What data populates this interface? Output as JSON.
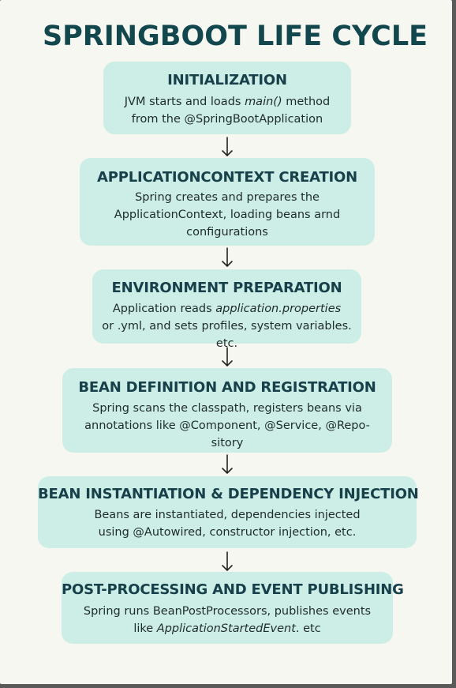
{
  "diagram": {
    "title": "SPRINGBOOT LIFE CYCLE",
    "steps": [
      {
        "title": "INITIALIZATION",
        "desc": [
          "JVM starts and loads main() method",
          "from the @SpringBootApplication"
        ]
      },
      {
        "title": "APPLICATIONCONTEXT CREATION",
        "desc": [
          "Spring creates and prepares the",
          "ApplicationContext, loading beans arnd",
          "configurations"
        ]
      },
      {
        "title": "ENVIRONMENT PREPARATION",
        "desc": [
          "Application reads application.properties",
          "or .yml, and sets profiles, system variables.",
          "etc."
        ]
      },
      {
        "title": "BEAN DEFINITION AND REGISTRATION",
        "desc": [
          "Spring scans the classpath, registers beans via",
          "annotations like @Component, @Service, @Repo-",
          "sitory"
        ]
      },
      {
        "title": "BEAN INSTANTIATION & DEPENDENCY INJECTION",
        "desc": [
          "Beans are instantiated, dependencies injected",
          "using @Autowired, constructor injection, etc."
        ]
      },
      {
        "title": "POST-PROCESSING AND EVENT PUBLISHING",
        "desc": [
          "Spring runs BeanPostProcessors, publishes events",
          "like ApplicationStartedEvent. etc"
        ]
      }
    ]
  },
  "colors": {
    "background": "#f7f7f2",
    "box_fill": "#cdeee6",
    "title_text": "#12474e",
    "step_title_text": "#17404a",
    "body_text": "#1f2a2c",
    "arrow": "#222222"
  },
  "icons": {
    "connector": "down-arrow-icon"
  }
}
